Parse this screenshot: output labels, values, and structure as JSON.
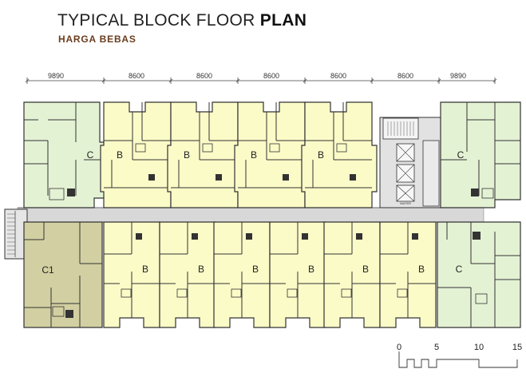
{
  "title": {
    "main": "TYPICAL BLOCK FLOOR",
    "bold": "PLAN"
  },
  "subtitle": "HARGA BEBAS",
  "dimensions": [
    "9890",
    "8600",
    "8600",
    "8600",
    "8600",
    "8600",
    "9890"
  ],
  "top_units": [
    "C",
    "B",
    "B",
    "B",
    "B",
    "C"
  ],
  "bottom_units": [
    "C1",
    "B",
    "B",
    "B",
    "B",
    "B",
    "B",
    "C"
  ],
  "core_labels": {
    "lift_lobby": "WATER"
  },
  "scale_bar": {
    "ticks": [
      "0",
      "5",
      "10",
      "15"
    ]
  },
  "colors": {
    "unit_b": "#fbfbc8",
    "unit_c": "#e4f2d4",
    "unit_c1": "#d2d0a2",
    "corridor": "#d8d8d8",
    "wall": "#3a3a3a"
  }
}
